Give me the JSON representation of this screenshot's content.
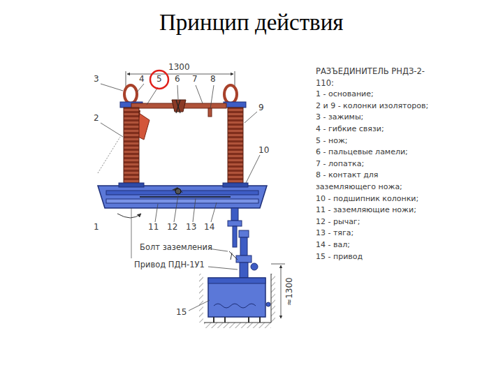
{
  "diagram": {
    "title": "Принцип действия",
    "labels": [
      "1300",
      "3",
      "4",
      "5",
      "6",
      "7",
      "8",
      "2",
      "9",
      "10",
      "1",
      "11",
      "12",
      "13",
      "14",
      "Болт заземления",
      "Привод ПДН-1У1",
      "15",
      "≈1300",
      "РАЗЪЕДИНИТЕЛЬ РНДЗ-2-110:",
      "1 - основание;",
      "2 и 9 - колонки изоляторов;",
      "3 - зажимы;",
      "4 - гибкие связи;",
      "5 - нож;",
      "6 - пальцевые ламели;",
      "7 - лопатка;",
      "8 - контакт для заземляющего ножа;",
      "10 - подшипник колонки;",
      "11 - заземляющие ножи;",
      "12 - рычаг;",
      "13 - тяга;",
      "14 - вал;",
      "15 - привод"
    ]
  }
}
